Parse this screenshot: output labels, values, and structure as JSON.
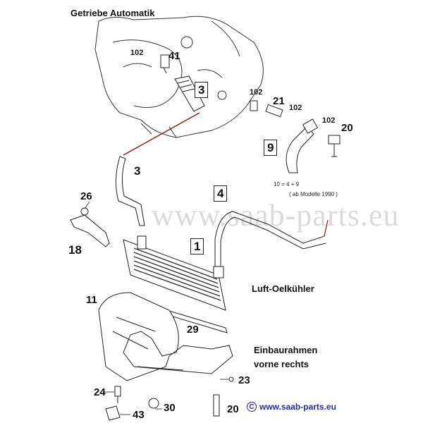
{
  "diagram": {
    "title": "Getriebe Automatik",
    "watermark": "www.saab-parts.eu",
    "website": "www.saab-parts.eu",
    "copyright_symbol": "C",
    "notes": {
      "combo": "10 = 4 + 9",
      "model": "( ab Modelle 1990 )"
    },
    "captions": {
      "cooler": "Luft-Oelkühler",
      "frame_line1": "Einbaurahmen",
      "frame_line2": "vorne rechts"
    },
    "parts": {
      "p102a": "102",
      "p41": "41",
      "p3_top": "3",
      "p102b": "102",
      "p21": "21",
      "p102c": "102",
      "p102d": "102",
      "p20_top": "20",
      "p9": "9",
      "p3_mid": "3",
      "p4": "4",
      "p26": "26",
      "p18": "18",
      "p1": "1",
      "p11": "11",
      "p29": "29",
      "p23": "23",
      "p24": "24",
      "p30": "30",
      "p43": "43",
      "p20_bottom": "20"
    },
    "colors": {
      "ink": "#222222",
      "pipe_line": "#8b1a1a",
      "link": "#2a2a9a"
    }
  }
}
